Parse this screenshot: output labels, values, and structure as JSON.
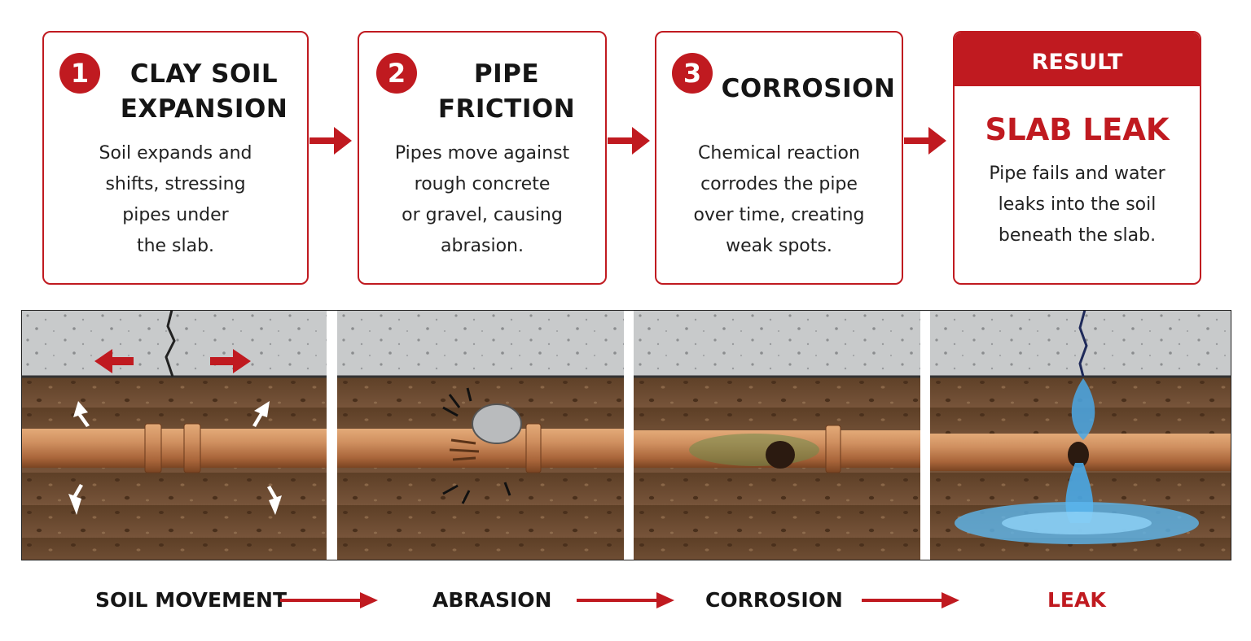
{
  "steps": [
    {
      "number": "1",
      "title_lines": [
        "CLAY SOIL",
        "EXPANSION"
      ],
      "body_lines": [
        "Soil expands and",
        "shifts, stressing",
        "pipes under",
        "the slab."
      ]
    },
    {
      "number": "2",
      "title_lines": [
        "PIPE",
        "FRICTION"
      ],
      "body_lines": [
        "Pipes move against",
        "rough concrete",
        "or gravel, causing",
        "abrasion."
      ]
    },
    {
      "number": "3",
      "title_lines": [
        "CORROSION"
      ],
      "body_lines": [
        "Chemical reaction",
        "corrodes the pipe",
        "over time, creating",
        "weak spots."
      ]
    }
  ],
  "result": {
    "header": "RESULT",
    "title": "SLAB LEAK",
    "body_lines": [
      "Pipe fails and water",
      "leaks into the soil",
      "beneath the slab."
    ]
  },
  "flow_labels": [
    "SOIL MOVEMENT",
    "ABRASION",
    "CORROSION",
    "LEAK"
  ],
  "colors": {
    "accent": "#c01a20",
    "concrete": "#c9cbcc",
    "soil": "#6b4a2e",
    "copper": "#c98a5a",
    "water": "#4aa8e6"
  }
}
